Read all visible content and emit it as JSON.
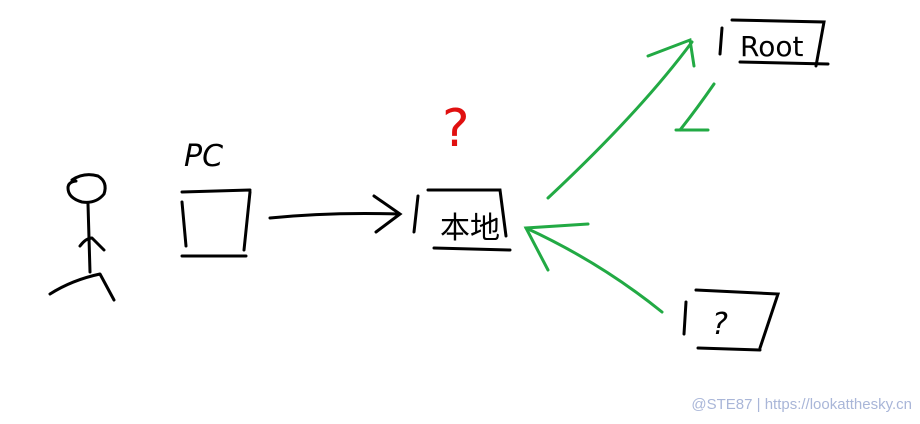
{
  "labels": {
    "pc": "PC",
    "local": "本地",
    "root": "Root",
    "question_box": "?",
    "question_mark": "?"
  },
  "colors": {
    "ink": "#000000",
    "green": "#22aa44",
    "red": "#e01010",
    "watermark": "#a9b6d8"
  },
  "watermark": "@STE87 | https://lookatthesky.cn"
}
